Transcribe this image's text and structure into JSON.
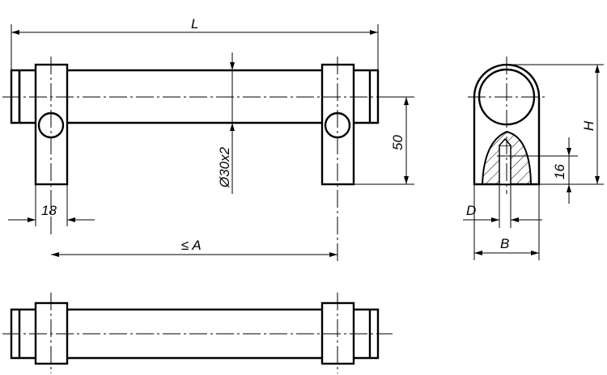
{
  "labels": {
    "length": "L",
    "block_width": "18",
    "mount_distance": "≤ A",
    "tube_diameter": "Ø30x2",
    "center_height": "50",
    "overall_height": "H",
    "thread_depth": "16",
    "thread_diameter": "D",
    "block_breadth": "B"
  }
}
